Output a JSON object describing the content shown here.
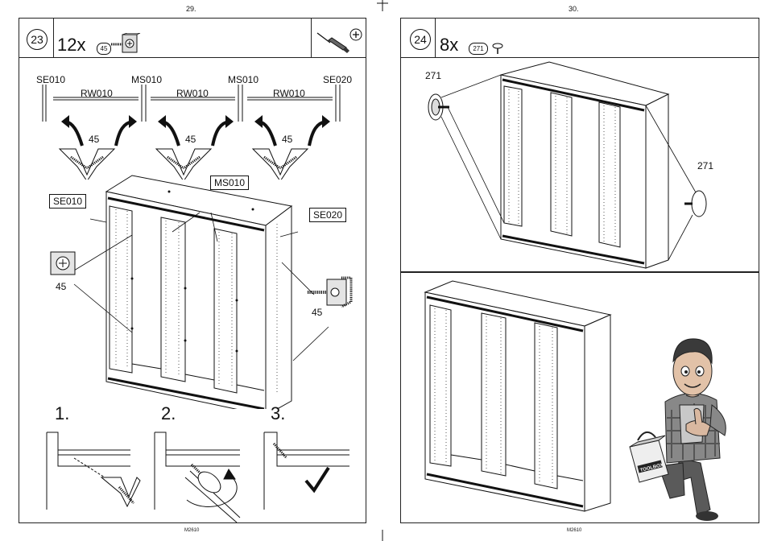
{
  "pages": {
    "left": {
      "page_number": "29.",
      "footer": "M2610",
      "step": {
        "number": "23",
        "quantity": "12x",
        "part_ref": "45",
        "labels": {
          "se010": "SE010",
          "ms010_a": "MS010",
          "ms010_b": "MS010",
          "se020": "SE020",
          "rw010_a": "RW010",
          "rw010_b": "RW010",
          "rw010_c": "RW010",
          "part_a": "45",
          "part_b": "45",
          "part_c": "45",
          "callout_se010": "SE010",
          "callout_ms010": "MS010",
          "callout_se020": "SE020",
          "detail_left_part": "45",
          "detail_right_part": "45"
        },
        "substeps": [
          "1.",
          "2.",
          "3."
        ]
      }
    },
    "right": {
      "page_number": "30.",
      "footer": "M2610",
      "step": {
        "number": "24",
        "quantity": "8x",
        "part_ref": "271",
        "labels": {
          "part_left": "271",
          "part_right": "271"
        }
      },
      "mascot_badge": "TOOLBOX"
    }
  }
}
